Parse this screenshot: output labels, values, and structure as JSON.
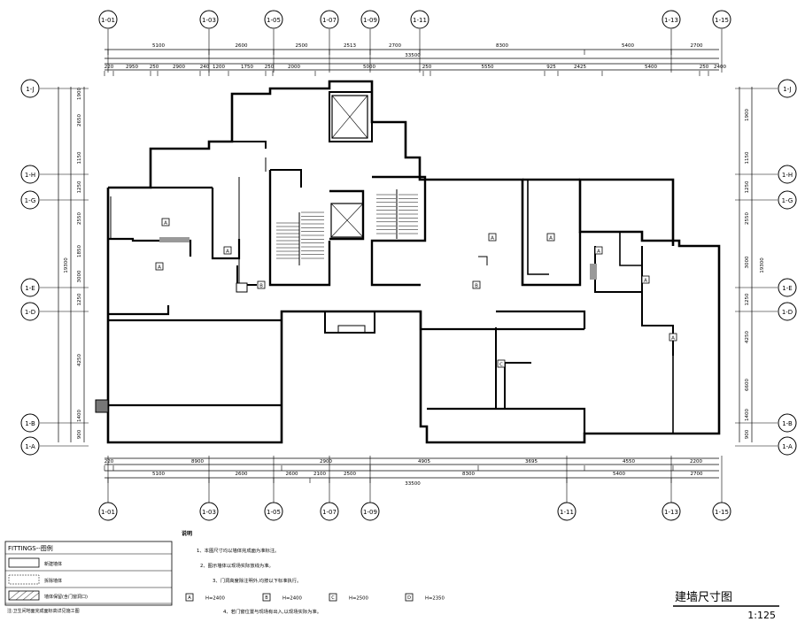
{
  "top_axes": [
    "1-01",
    "1-03",
    "1-05",
    "1-07",
    "1-09",
    "1-11",
    "1-13",
    "1-15"
  ],
  "bottom_axes": [
    "1-01",
    "1-03",
    "1-05",
    "1-07",
    "1-09",
    "1-11",
    "1-13",
    "1-15"
  ],
  "left_axes": [
    "1-J",
    "1-H",
    "1-G",
    "1-E",
    "1-D",
    "1-B",
    "1-A"
  ],
  "right_axes": [
    "1-J",
    "1-H",
    "1-G",
    "1-E",
    "1-D",
    "1-B",
    "1-A"
  ],
  "dims_top_row1": [
    "5100",
    "2600",
    "2500",
    "2513",
    "2700",
    "8300",
    "5400",
    "2700"
  ],
  "dims_top_total": "33500",
  "dims_top_row3": [
    "220",
    "2950",
    "250",
    "2900",
    "240",
    "1200",
    "1750",
    "250",
    "2000",
    "5000",
    "250",
    "5550",
    "925",
    "2425",
    "5400",
    "250",
    "2400"
  ],
  "dims_bottom_row1": [
    "220",
    "8900",
    "2900",
    "4905",
    "3695",
    "4550",
    "2200"
  ],
  "dims_bottom_row2": [
    "5100",
    "2600",
    "2600",
    "2100",
    "2500",
    "8300",
    "5400",
    "2700"
  ],
  "dims_bottom_total": "33500",
  "dims_left": [
    "1900",
    "2650",
    "1150",
    "1250",
    "2550",
    "1850",
    "3000",
    "1250",
    "4250",
    "1400",
    "900"
  ],
  "dims_left_total": "19300",
  "dims_right": [
    "1900",
    "1150",
    "1250",
    "2550",
    "3000",
    "1250",
    "4250",
    "6600",
    "1400",
    "900"
  ],
  "dims_right_total": "19300",
  "room_tags": [
    "A",
    "B",
    "C",
    "D"
  ],
  "legend": {
    "title": "FITTINGS--图例",
    "rows": [
      "新建墙体",
      "拆除墙体",
      "墙体保留(含门窗洞口)",
      ""
    ],
    "note": "注:卫生间地面完成面标高详见施工图"
  },
  "notes": {
    "heading": "说明",
    "items": [
      "1、本图尺寸均以墙体完成面为准标注。",
      "2、图示墙体以现场实际放线为准。",
      "3、门洞高度除注明外,均按以下标准执行。",
      "4、若门窗位置与现场有出入,以现场实际为准。"
    ],
    "door_heights": [
      {
        "tag": "A",
        "value": "H=2400"
      },
      {
        "tag": "B",
        "value": "H=2400"
      },
      {
        "tag": "C",
        "value": "H=2500"
      },
      {
        "tag": "D",
        "value": "H=2350"
      }
    ]
  },
  "drawing_title": "建墙尺寸图",
  "scale": "1:125"
}
